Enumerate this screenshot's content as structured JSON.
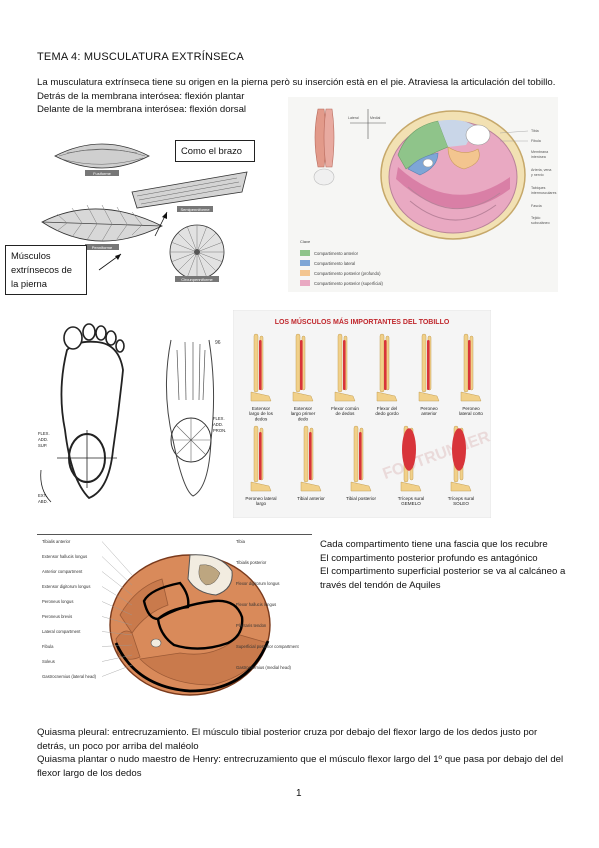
{
  "title": "TEMA 4: MUSCULATURA EXTRÍNSECA",
  "intro": [
    "La musculatura extrínseca tiene su origen en la pierna però su inserción està en el pie. Atraviesa la articulación del tobillo.",
    "Detrás de la membrana interósea: flexión plantar",
    "Delante de la membrana interósea: flexión dorsal"
  ],
  "callouts": {
    "brazo": "Como el brazo",
    "musculos": [
      "Músculos",
      "extrínsecos de",
      "la pierna"
    ]
  },
  "muscle_shapes": [
    "Fusiforme",
    "Semipenniforme",
    "Penniforme",
    "Circunpenniforme"
  ],
  "cross_section_legend": [
    "Compartimento anterior",
    "Compartimento lateral",
    "Compartimento posterior (profundo)",
    "Compartimento posterior (superficial)"
  ],
  "ankle_figure": {
    "title": "LOS MÚSCULOS MÁS IMPORTANTES DEL TOBILLO",
    "row1": [
      "Extensor largo de los dedos",
      "Extensor largo primer dedo",
      "Flexor común de dedos",
      "Flexor del dedo gordo",
      "Peroneo anterior",
      "Peroneo lateral corto"
    ],
    "row2": [
      "Peroneo lateral largo",
      "Tibial anterior",
      "Tibial posterior",
      "Tríceps sural GEMELO",
      "Tríceps sural SOLEO"
    ],
    "watermark": "FOOTRUNNER"
  },
  "sole_figure_labels": [
    "FLEX.",
    "ADD.",
    "SUP.",
    "EXT.",
    "ABD.",
    "PRON."
  ],
  "compartment_labels": {
    "left": [
      "Tibialis anterior",
      "Extensor hallucis longus",
      "Anterior compartment",
      "Extensor digitorum longus",
      "Peroneus longus",
      "Peroneus brevis",
      "Lateral compartment",
      "Fibula",
      "Soleus",
      "Gastrocnemius (lateral head)"
    ],
    "right": [
      "Tibia",
      "Tibialis posterior",
      "Flexor digitorum longus",
      "Flexor hallucis longus",
      "Plantaris tendon",
      "Superficial posterior compartment",
      "Gastrocnemius (medial head)"
    ]
  },
  "compartment_text": [
    "Cada compartimento tiene una fascia que los recubre",
    "El compartimento posterior profundo es antagónico",
    "El compartimento superficial posterior se va al calcáneo a través del tendón de Aquiles"
  ],
  "quiasma": [
    "Quiasma pleural: entrecruzamiento. El músculo tibial posterior cruza por debajo del flexor largo de los dedos justo por detrás, un poco por arriba del maléolo",
    "Quiasma plantar o nudo maestro de Henry: entrecruzamiento que el músculo flexor largo del 1º que pasa por debajo del del flexor largo de los dedos"
  ],
  "page_number": "1"
}
